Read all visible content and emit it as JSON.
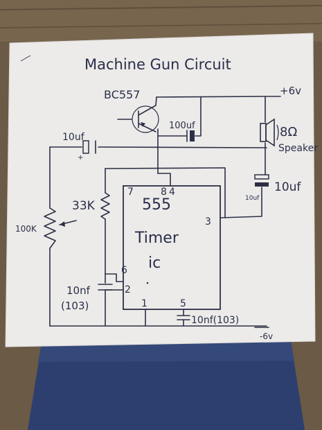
{
  "title": "Machine Gun Circuit",
  "supply_positive": "+6v",
  "supply_negative": "-6v",
  "components": {
    "transistor": "BC557",
    "cap_base": "10uf",
    "cap_collector": "100uf",
    "speaker_value": "8Ω",
    "speaker_label": "Speaker",
    "cap_output": "10uf",
    "cap_output_small": "10uf",
    "resistor_r1": "33K",
    "resistor_pot": "100K",
    "cap_timing_value": "10nf",
    "cap_timing_code": "(103)",
    "cap_control": "10nf(103)"
  },
  "ic": {
    "name_line1": "555",
    "name_line2": "Timer",
    "name_line3": "ic",
    "pins": {
      "p1": "1",
      "p2": "2",
      "p3": "3",
      "p4": "4",
      "p5": "5",
      "p6": "6",
      "p7": "7",
      "p8": "8"
    }
  },
  "colors": {
    "paper": "#ecebe9",
    "ink": "#2a2e4a",
    "table": "#6b5a45",
    "jeans": "#2d3f6e"
  }
}
